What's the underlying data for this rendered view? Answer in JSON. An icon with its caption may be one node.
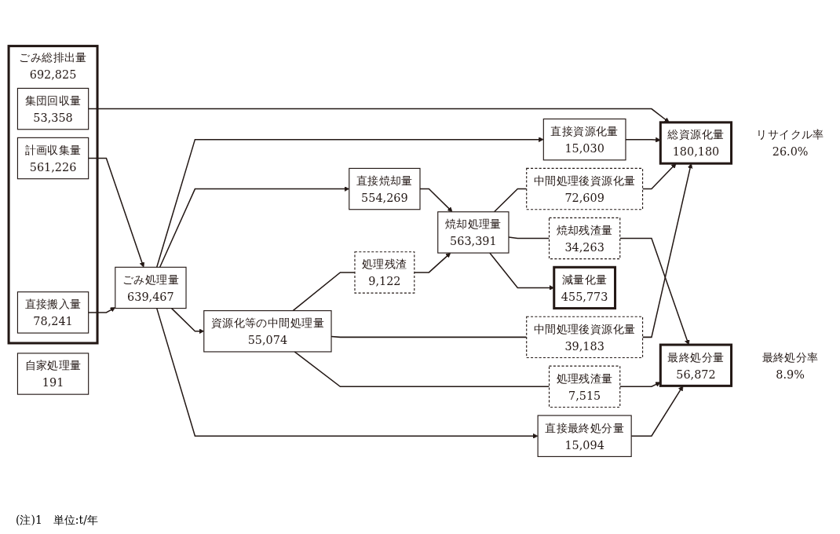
{
  "diagram": {
    "nodes": [
      {
        "text": [
          "ごみ総排出量",
          "692,825"
        ]
      },
      {
        "text": [
          "集団回収量",
          "53,358"
        ],
        "in": 0
      },
      {
        "text": [
          "計画収集量",
          "561,226"
        ],
        "in": 0
      },
      {
        "text": [
          "直接搬入量",
          "78,241"
        ],
        "in": 0
      },
      {
        "text": [
          "自家処理量",
          "191"
        ]
      },
      {
        "text": [
          "ごみ処理量",
          "639,467"
        ]
      },
      {
        "text": [
          "直接資源化量",
          "15,030"
        ]
      },
      {
        "text": [
          "直接焼却量",
          "554,269"
        ]
      },
      {
        "text": [
          "焼却処理量",
          "563,391"
        ]
      },
      {
        "text": [
          "処理残渣",
          "9,122"
        ]
      },
      {
        "text": [
          "資源化等の中間処理量",
          "55,074"
        ]
      },
      {
        "text": [
          "直接最終処分量",
          "15,094"
        ]
      },
      {
        "text": [
          "中間処理後資源化量",
          "72,609"
        ]
      },
      {
        "text": [
          "焼却残渣量",
          "34,263"
        ]
      },
      {
        "text": [
          "減量化量",
          "455,773"
        ]
      },
      {
        "text": [
          "中間処理後資源化量",
          "39,183"
        ]
      },
      {
        "text": [
          "処理残渣量",
          "7,515"
        ]
      },
      {
        "text": [
          "総資源化量",
          "180,180"
        ],
        "beside": [
          "リサイクル率",
          "26.0%"
        ]
      },
      {
        "text": [
          "最終処分量",
          "56,872"
        ],
        "beside": [
          "最終処分率",
          "8.9%"
        ]
      }
    ],
    "edges": [
      {
        "from": 1,
        "to": 17,
        "arrow": "to"
      },
      {
        "from": 2,
        "to": 5,
        "arrow": "to"
      },
      {
        "from": 3,
        "to": 5,
        "arrow": "to"
      },
      {
        "from": 5,
        "to": 6,
        "arrow": "to"
      },
      {
        "from": 5,
        "to": 7,
        "arrow": "to"
      },
      {
        "from": 5,
        "to": 10,
        "arrow": "to"
      },
      {
        "from": 5,
        "to": 11,
        "arrow": "to"
      },
      {
        "from": 6,
        "to": 17,
        "arrow": "to"
      },
      {
        "from": 7,
        "to": 8,
        "arrow": "to"
      },
      {
        "from": 10,
        "to": 9,
        "arrow": "none"
      },
      {
        "from": 9,
        "to": 8,
        "arrow": "to"
      },
      {
        "from": 8,
        "to": 12,
        "arrow": "none"
      },
      {
        "from": 8,
        "to": 13,
        "arrow": "none"
      },
      {
        "from": 8,
        "to": 14,
        "arrow": "to"
      },
      {
        "from": 10,
        "to": 15,
        "arrow": "none"
      },
      {
        "from": 10,
        "to": 16,
        "arrow": "none"
      },
      {
        "from": 12,
        "to": 17,
        "arrow": "to"
      },
      {
        "from": 15,
        "to": 17,
        "arrow": "to"
      },
      {
        "from": 13,
        "to": 18,
        "arrow": "to"
      },
      {
        "from": 16,
        "to": 18,
        "arrow": "to"
      },
      {
        "from": 11,
        "to": 18,
        "arrow": "to"
      }
    ],
    "labels": [
      "(注)1　単位:t/年"
    ]
  }
}
